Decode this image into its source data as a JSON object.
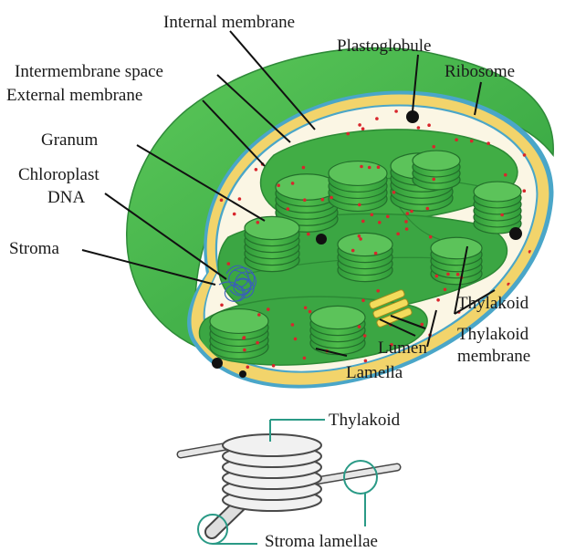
{
  "diagram": {
    "labels": {
      "internal_membrane": "Internal membrane",
      "plastoglobule": "Plastoglobule",
      "ribosome": "Ribosome",
      "intermembrane_space": "Intermembrane space",
      "external_membrane": "External membrane",
      "granum": "Granum",
      "chloroplast_dna_1": "Chloroplast",
      "chloroplast_dna_2": "DNA",
      "stroma": "Stroma",
      "thylakoid": "Thylakoid",
      "thylakoid_membrane_1": "Thylakoid",
      "thylakoid_membrane_2": "membrane",
      "lumen": "Lumen",
      "lamella": "Lamella"
    },
    "inset_labels": {
      "thylakoid": "Thylakoid",
      "stroma_lamellae": "Stroma lamellae"
    },
    "colors": {
      "outer_green": "#3bb54a",
      "membrane_yellow": "#f2d46b",
      "stroma_cream": "#fbf6e4",
      "thylakoid_green": "#3aa842",
      "ribosome_red": "#d8262c",
      "leader_teal": "#2a9a86"
    }
  }
}
